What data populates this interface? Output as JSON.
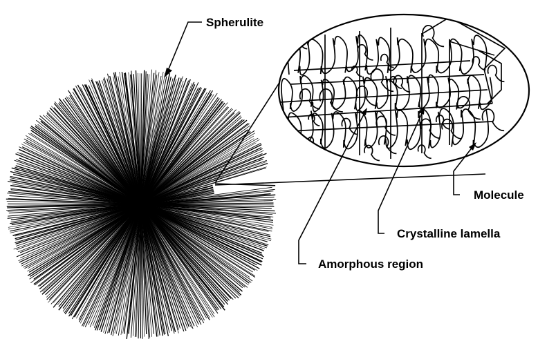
{
  "labels": {
    "spherulite": "Spherulite",
    "molecule": "Molecule",
    "crystalline_lamella": "Crystalline lamella",
    "amorphous_region": "Amorphous region"
  },
  "colors": {
    "ink": "#000000",
    "background": "#ffffff"
  }
}
